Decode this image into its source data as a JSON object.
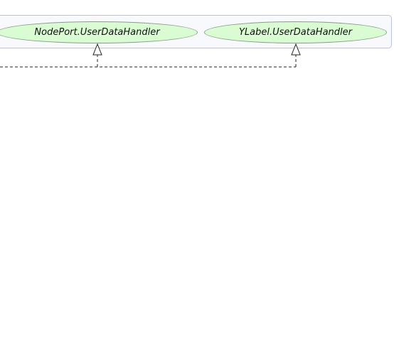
{
  "diagram": {
    "nodes": [
      {
        "id": "a",
        "label": "NodePort.UserDataHandler"
      },
      {
        "id": "b",
        "label": "YLabel.UserDataHandler"
      }
    ],
    "edges": [
      {
        "target": "a",
        "style": "dashed",
        "arrow": "hollow-triangle"
      },
      {
        "target": "b",
        "style": "dashed",
        "arrow": "hollow-triangle"
      }
    ]
  }
}
